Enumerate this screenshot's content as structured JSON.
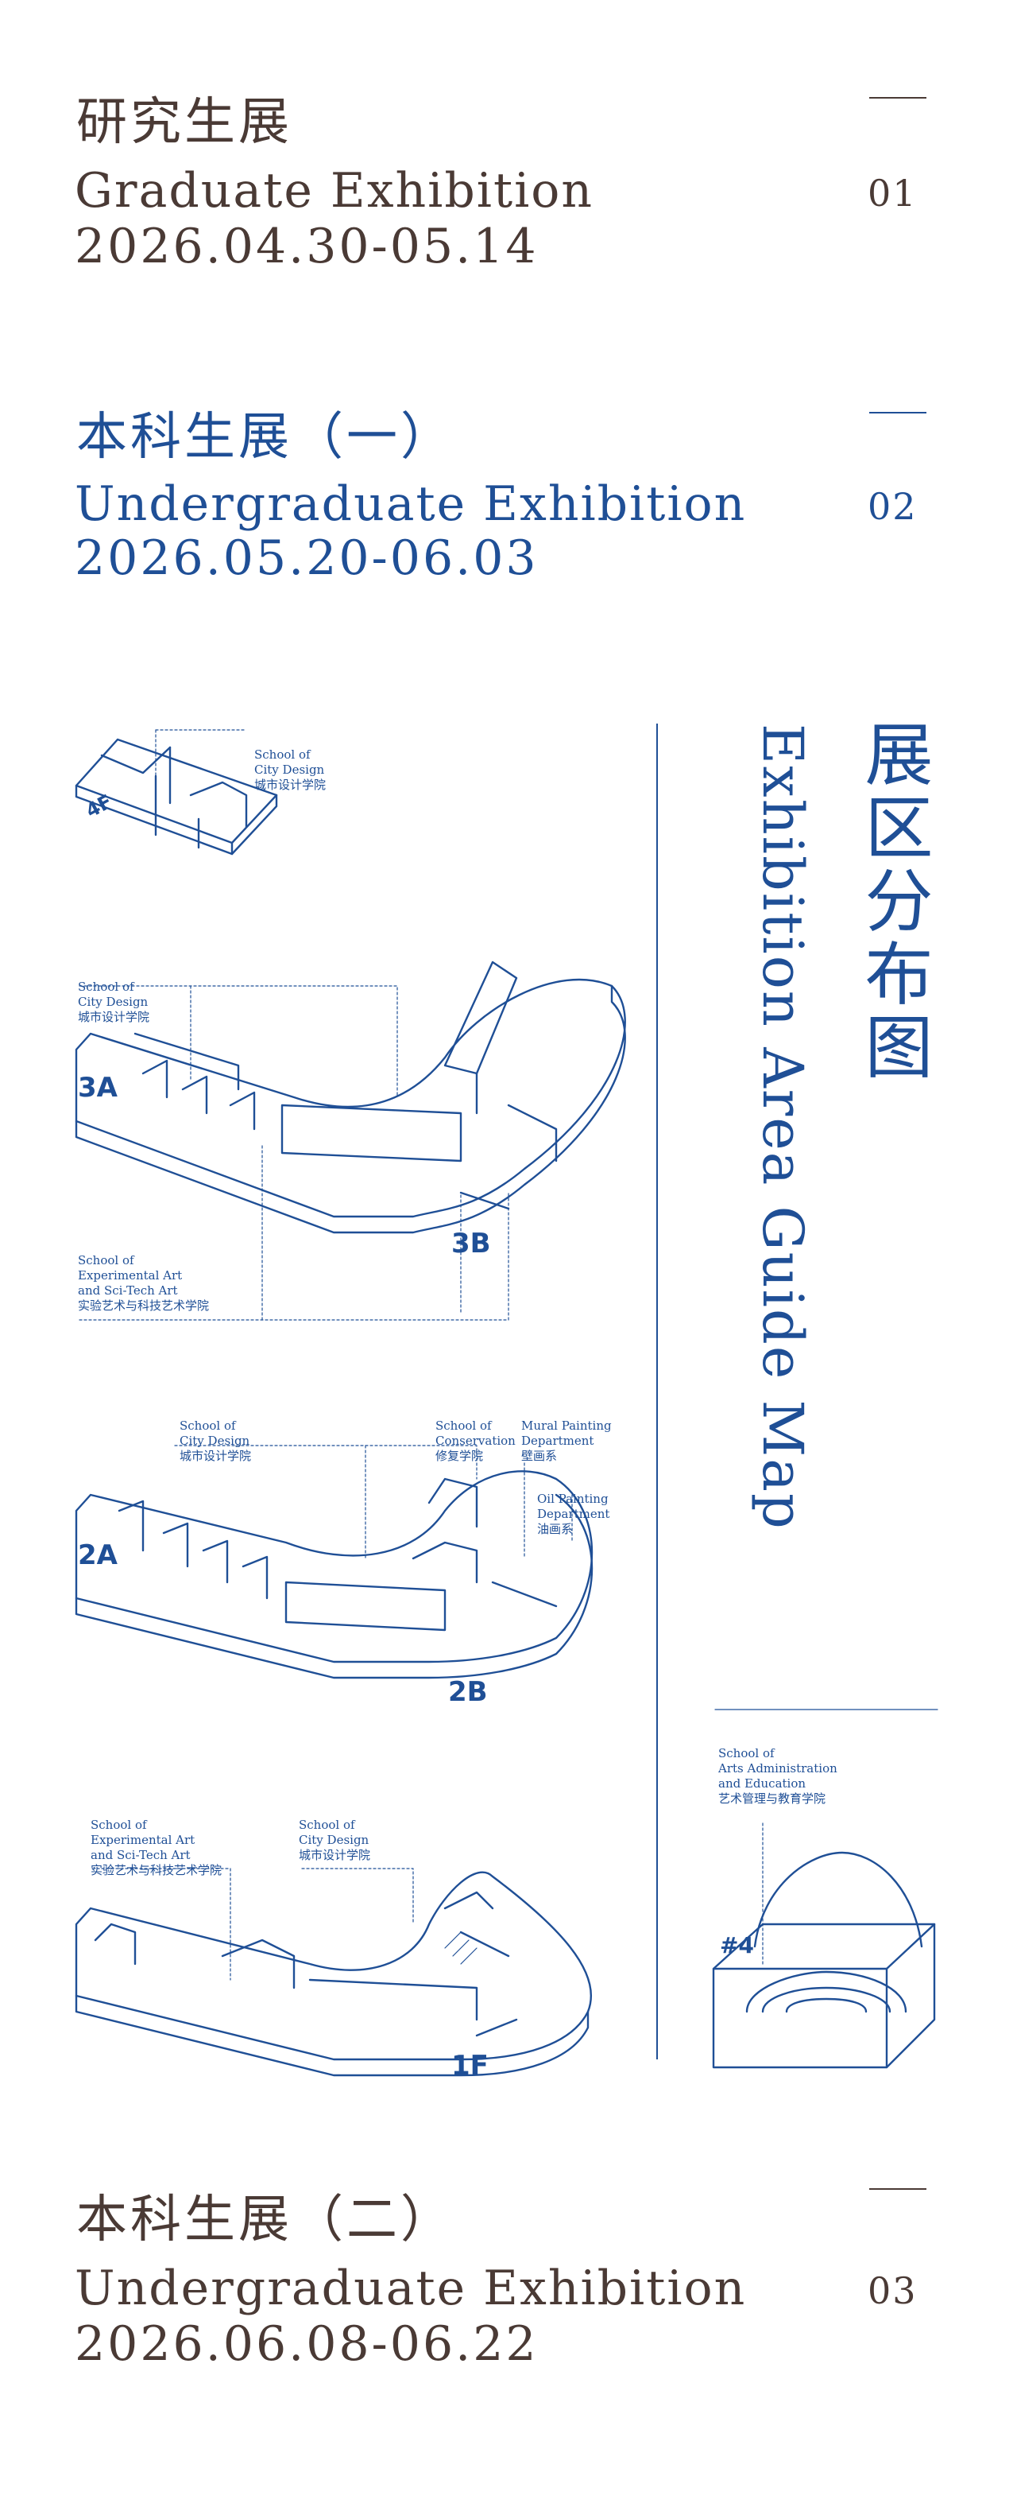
{
  "sections": [
    {
      "zh": "研究生展",
      "en": "Graduate Exhibition",
      "date": "2026.04.30-05.14",
      "num": "01"
    },
    {
      "zh": "本科生展（一）",
      "en": "Undergraduate Exhibition",
      "date": "2026.05.20-06.03",
      "num": "02"
    },
    {
      "zh": "本科生展（二）",
      "en": "Undergraduate Exhibition",
      "date": "2026.06.08-06.22",
      "num": "03"
    }
  ],
  "guide": {
    "zh": "展区分布图",
    "en": "Exhibition Area Guide Map"
  },
  "floors": {
    "f4": "4F",
    "f3a": "3A",
    "f3b": "3B",
    "f2a": "2A",
    "f2b": "2B",
    "f1": "1F",
    "b4": "#4"
  },
  "labels": {
    "city_design_en_1": "School of",
    "city_design_en_2": "City Design",
    "city_design_zh": "城市设计学院",
    "exp_art_en_1": "School of",
    "exp_art_en_2": "Experimental Art",
    "exp_art_en_3": "and Sci-Tech Art",
    "exp_art_zh": "实验艺术与科技艺术学院",
    "conservation_en_1": "School of",
    "conservation_en_2": "Conservation",
    "conservation_zh": "修复学院",
    "mural_en_1": "Mural Painting",
    "mural_en_2": "Department",
    "mural_zh": "壁画系",
    "oil_en_1": "Oil Painting",
    "oil_en_2": "Department",
    "oil_zh": "油画系",
    "arts_admin_en_1": "School of",
    "arts_admin_en_2": "Arts Administration",
    "arts_admin_en_3": "and Education",
    "arts_admin_zh": "艺术管理与教育学院"
  },
  "colors": {
    "brown": "#4a3a35",
    "blue": "#1f4f96"
  }
}
